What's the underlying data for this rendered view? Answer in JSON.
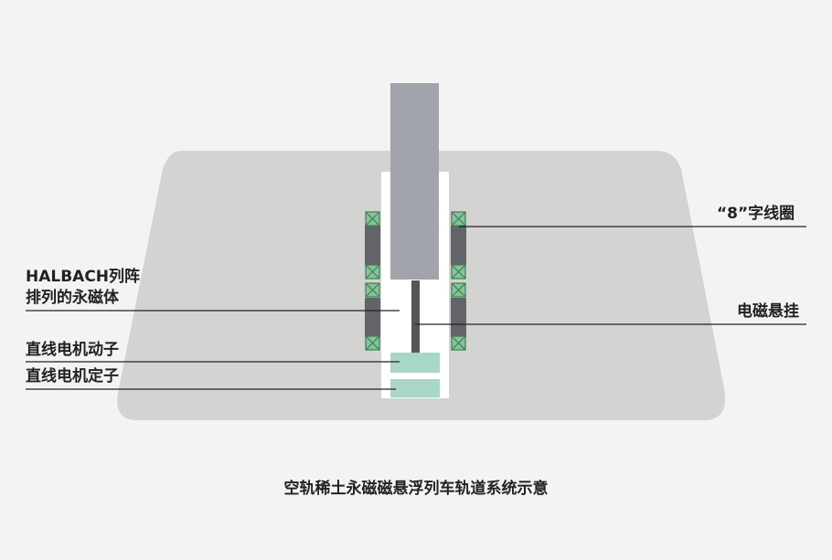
{
  "labels": {
    "coil": "“8”字线圈",
    "halbach_line1": "HALBACH列阵",
    "halbach_line2": "排列的永磁体",
    "em_suspension": "电磁悬挂",
    "lm_mover": "直线电机动子",
    "lm_stator": "直线电机定子"
  },
  "caption": "空轨稀土永磁磁悬浮列车轨道系统示意",
  "colors": {
    "background": "#f3f3f3",
    "track_body": "#d3d3d1",
    "vehicle_column": "#a1a4aa",
    "magnet_bar": "#63646a",
    "coil_fill": "#86c39a",
    "coil_stroke": "#3f7d55",
    "stator_fill": "#a9d7c6",
    "channel": "#ffffff",
    "suspension_plate": "#55565b",
    "leader_line": "#222222"
  }
}
